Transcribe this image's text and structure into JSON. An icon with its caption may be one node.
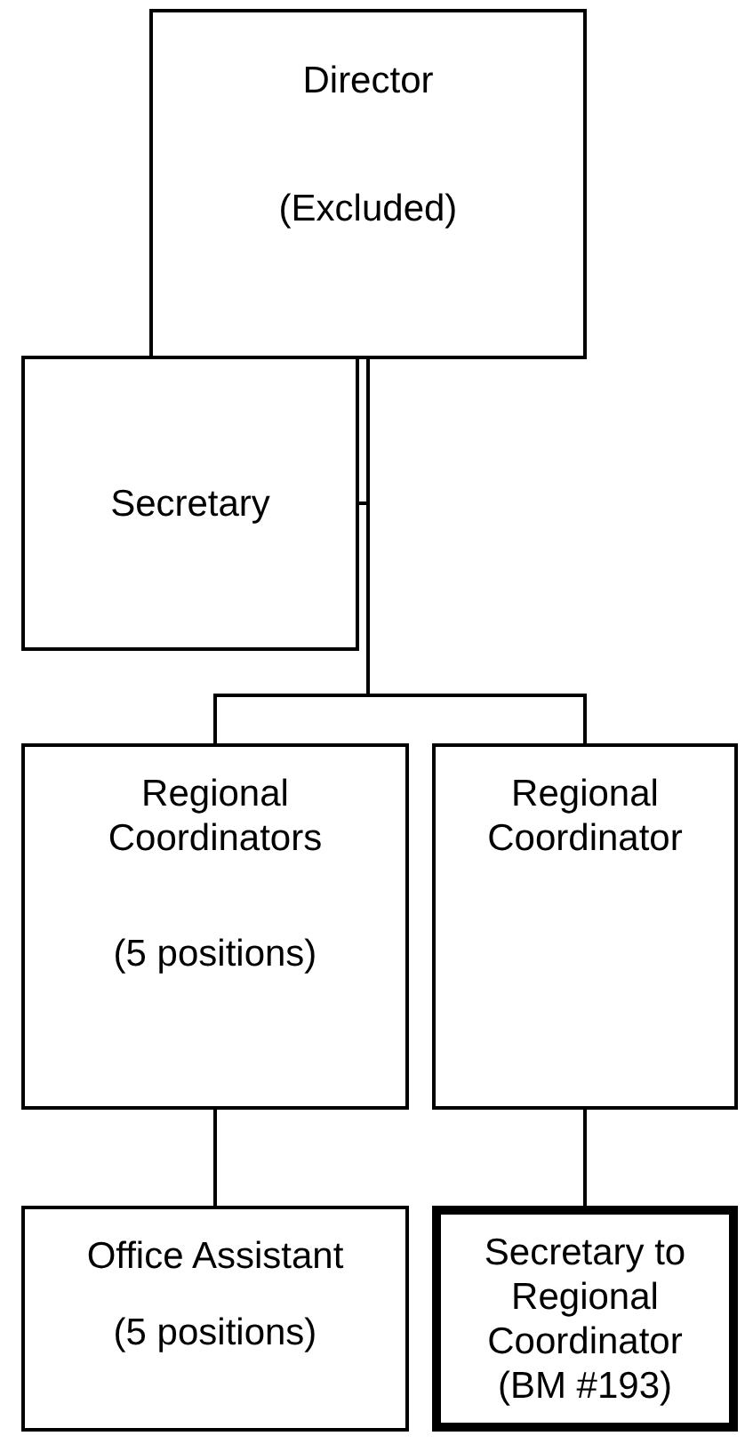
{
  "diagram": {
    "nodes": [
      {
        "text": [
          "Director",
          "(Excluded)"
        ]
      },
      {
        "text": [
          "Secretary"
        ]
      },
      {
        "text": [
          "Regional Coordinators",
          "(5 positions)"
        ]
      },
      {
        "text": [
          "Regional Coordinator"
        ]
      },
      {
        "text": [
          "Office Assistant",
          "(5 positions)"
        ]
      },
      {
        "text": [
          "Secretary to Regional Coordinator",
          "(BM #193)"
        ]
      }
    ],
    "edges": [
      {
        "from": 0,
        "to": 1,
        "arrow": "none"
      },
      {
        "from": 0,
        "to": 2,
        "arrow": "none"
      },
      {
        "from": 0,
        "to": 3,
        "arrow": "none"
      },
      {
        "from": 2,
        "to": 4,
        "arrow": "none"
      },
      {
        "from": 3,
        "to": 5,
        "arrow": "none"
      }
    ]
  }
}
